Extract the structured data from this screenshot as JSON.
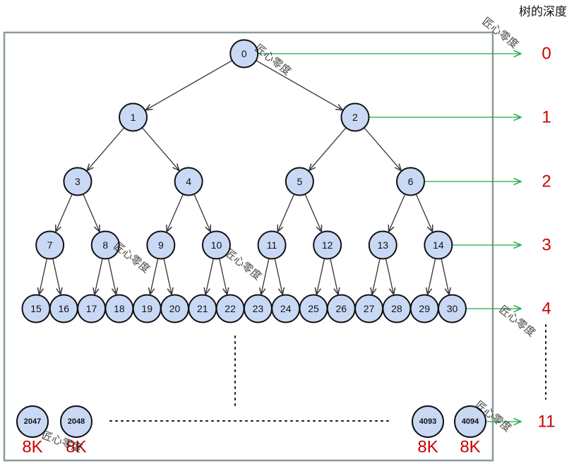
{
  "header": "树的深度",
  "watermark": "匠心零度",
  "depths": [
    {
      "label": "0",
      "row": 0
    },
    {
      "label": "1",
      "row": 1
    },
    {
      "label": "2",
      "row": 2
    },
    {
      "label": "3",
      "row": 3
    },
    {
      "label": "4",
      "row": 4
    },
    {
      "label": "11",
      "row": 5
    }
  ],
  "tree_levels": [
    [
      "0"
    ],
    [
      "1",
      "2"
    ],
    [
      "3",
      "4",
      "5",
      "6"
    ],
    [
      "7",
      "8",
      "9",
      "10",
      "11",
      "12",
      "13",
      "14"
    ],
    [
      "15",
      "16",
      "17",
      "18",
      "19",
      "20",
      "21",
      "22",
      "23",
      "24",
      "25",
      "26",
      "27",
      "28",
      "29",
      "30"
    ]
  ],
  "bottom_nodes": [
    {
      "label": "2047",
      "size": "8K"
    },
    {
      "label": "2048",
      "size": "8K"
    },
    {
      "label": "4093",
      "size": "8K"
    },
    {
      "label": "4094",
      "size": "8K"
    }
  ],
  "colors": {
    "node_fill": "#c9d9f5",
    "edge": "#333333",
    "arrow": "#22aa44",
    "depth_text": "#cc0000",
    "frame": "#8a9a9a"
  }
}
